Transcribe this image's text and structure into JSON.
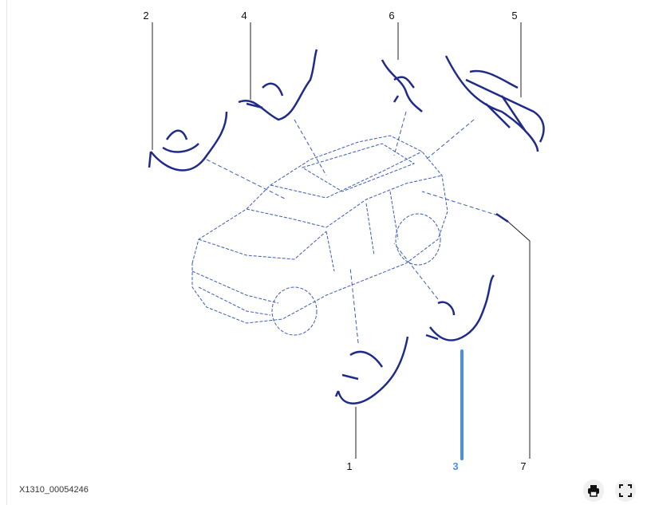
{
  "diagram": {
    "callouts": [
      "1",
      "2",
      "3",
      "4",
      "5",
      "6",
      "7"
    ],
    "active_callout": "3",
    "reference": "X1310_00054246"
  },
  "toolbar": {
    "print_icon": "print-icon",
    "fullscreen_icon": "fullscreen-icon"
  },
  "colors": {
    "harness": "#1f2a8a",
    "car_outline": "#3b5bb5",
    "highlight": "#4a90e2"
  }
}
